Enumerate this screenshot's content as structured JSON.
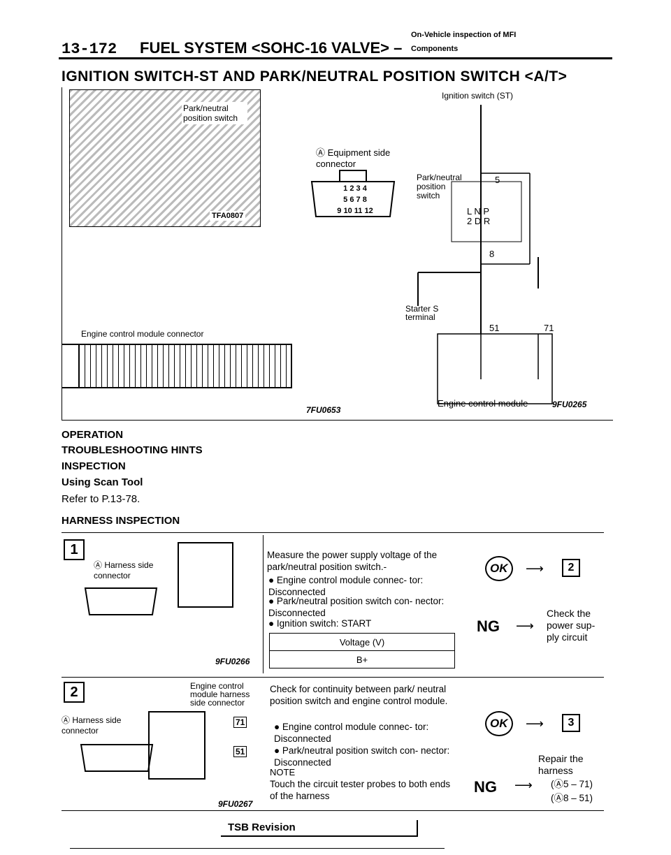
{
  "header": {
    "page_number": "13-172",
    "title": "FUEL SYSTEM <SOHC-16 VALVE> –",
    "subtitle_line1": "On-Vehicle inspection of MFI",
    "subtitle_line2": "Components"
  },
  "section_title": "IGNITION SWITCH-ST AND PARK/NEUTRAL POSITION SWITCH <A/T>",
  "figure1": {
    "photo_label": "Park/neutral position switch",
    "photo_code": "TFA0807",
    "ecm_connector_label": "Engine control module connector",
    "connector_numbers": [
      "1",
      "2",
      "3",
      "4",
      "5",
      "6",
      "7",
      "8",
      "9",
      "10",
      "11",
      "12"
    ],
    "code": "7FU0653",
    "equipment_label": "Ⓐ Equipment side connector"
  },
  "figure2": {
    "ignition_label": "Ignition switch (ST)",
    "pn_label": "Park/neutral position switch",
    "pin5": "5",
    "pin8": "8",
    "positions": [
      "L",
      "N",
      "P",
      "2",
      "D",
      "R"
    ],
    "starter_label": "Starter S terminal",
    "pin51": "51",
    "pin71": "71",
    "ecm_label": "Engine control module",
    "code": "9FU0265"
  },
  "headings": {
    "operation": "OPERATION",
    "troubleshooting": "TROUBLESHOOTING HINTS",
    "inspection": "INSPECTION",
    "scan_tool": "Using Scan Tool",
    "refer": "Refer to P.13-78.",
    "harness": "HARNESS INSPECTION"
  },
  "step1": {
    "number": "1",
    "harness_label": "Ⓐ Harness side connector",
    "code": "9FU0266",
    "measure": "Measure the power supply voltage of the park/neutral position switch.-",
    "conditions": [
      "Engine control module connec- tor: Disconnected",
      "Park/neutral position switch con- nector: Disconnected",
      "Ignition switch: START"
    ],
    "table_header": "Voltage (V)",
    "table_value": "B+",
    "ok_label": "OK",
    "ok_next": "2",
    "ng_label": "NG",
    "ng_action": "Check the power sup- ply circuit"
  },
  "step2": {
    "number": "2",
    "harness_label": "Ⓐ Harness side connector",
    "ecm_label": "Engine control module harness side connector",
    "pin71": "71",
    "pin51": "51",
    "code": "9FU0267",
    "check": "Check for continuity between park/ neutral position switch and engine control module.",
    "conditions": [
      "Engine control module connec- tor: Disconnected",
      "Park/neutral position switch con- nector: Disconnected"
    ],
    "note_title": "NOTE",
    "note": "Touch the circuit tester probes to both ends of the harness",
    "ok_label": "OK",
    "ok_next": "3",
    "ng_label": "NG",
    "ng_action": "Repair the harness",
    "ng_pair1": "(Ⓐ5 – 71)",
    "ng_pair2": "(Ⓐ8 – 51)"
  },
  "footer": {
    "tsb": "TSB Revision"
  }
}
